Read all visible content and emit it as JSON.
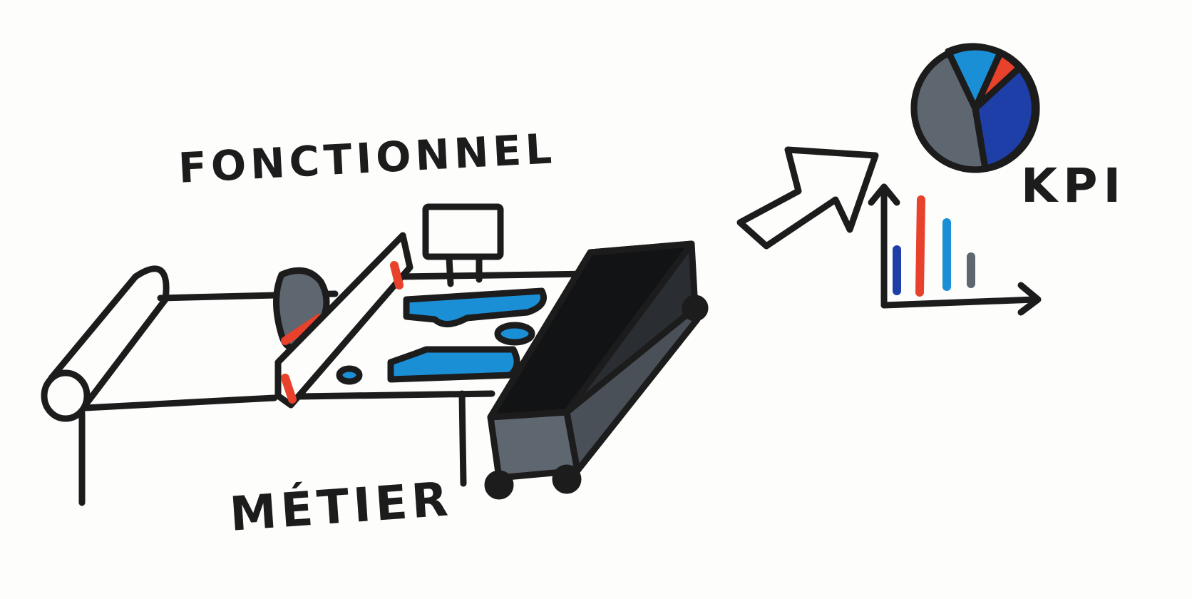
{
  "labels": {
    "fonctionnel": "FONCTIONNEL",
    "metier": "MÉTIER",
    "kpi": "KPI"
  },
  "colors": {
    "ink": "#1c1c1c",
    "blue": "#1a8fd6",
    "dark_blue": "#1e3fa8",
    "red": "#e8412c",
    "gray": "#5e6670",
    "paper": "#fdfdfb"
  },
  "icons": [
    "conveyor-belt-icon",
    "scanner-gate-icon",
    "monitor-icon",
    "machine-box-icon",
    "arrow-up-right-icon",
    "pie-chart-icon",
    "bar-chart-icon"
  ]
}
